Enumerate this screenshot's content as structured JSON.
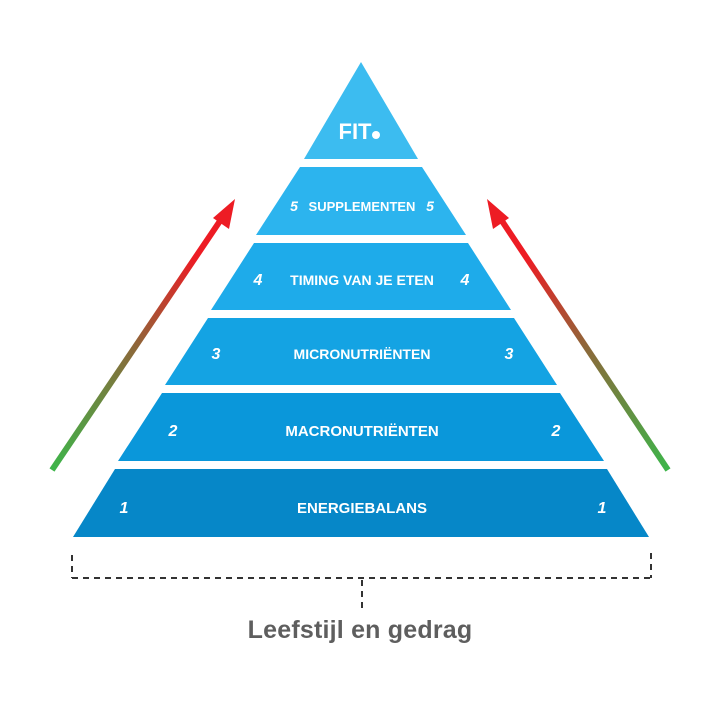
{
  "apex": {
    "label": "FIT",
    "mark": "nl"
  },
  "tiers": [
    {
      "level": "5",
      "label": "SUPPLEMENTEN",
      "color": "#2cb4ee"
    },
    {
      "level": "4",
      "label": "TIMING VAN JE ETEN",
      "color": "#1eabea"
    },
    {
      "level": "3",
      "label": "MICRONUTRIËNTEN",
      "color": "#14a3e3"
    },
    {
      "level": "2",
      "label": "MACRONUTRIËNTEN",
      "color": "#0a97da"
    },
    {
      "level": "1",
      "label": "ENERGIEBALANS",
      "color": "#0687c8"
    }
  ],
  "apex_color": "#3cbcf0",
  "arrows": {
    "start_color": "#3db54a",
    "end_color": "#ed1c24"
  },
  "footer": {
    "label": "Leefstijl en gedrag"
  }
}
